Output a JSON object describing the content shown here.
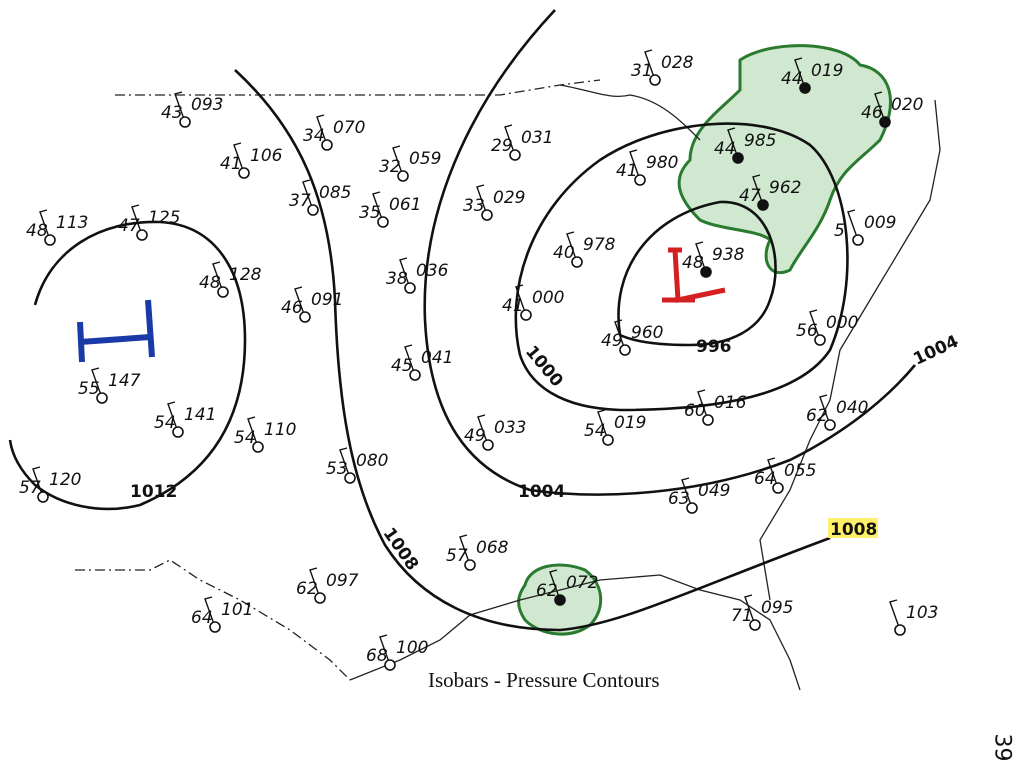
{
  "title": "Isobars - Pressure Contours",
  "page_number": "39",
  "high_label": "H",
  "low_label": "L",
  "colors": {
    "high": "#1a3aa8",
    "low": "#d42020",
    "precip": "#2a7a30",
    "highlight": "#fff06a"
  },
  "isobar_labels": {
    "i1012": "1012",
    "i1008a": "1008",
    "i1008b": "1008",
    "i1004a": "1004",
    "i1004b": "1004",
    "i1000": "1000",
    "i996": "996"
  },
  "stations": [
    {
      "t": "43",
      "p": "093"
    },
    {
      "t": "41",
      "p": "106"
    },
    {
      "t": "34",
      "p": "070"
    },
    {
      "t": "32",
      "p": "059"
    },
    {
      "t": "37",
      "p": "085"
    },
    {
      "t": "35",
      "p": "061"
    },
    {
      "t": "29",
      "p": "031"
    },
    {
      "t": "31",
      "p": "028"
    },
    {
      "t": "33",
      "p": "029"
    },
    {
      "t": "48",
      "p": "113"
    },
    {
      "t": "47",
      "p": "125"
    },
    {
      "t": "48",
      "p": "128"
    },
    {
      "t": "46",
      "p": "091"
    },
    {
      "t": "38",
      "p": "036"
    },
    {
      "t": "40",
      "p": "978"
    },
    {
      "t": "41",
      "p": "980"
    },
    {
      "t": "44",
      "p": "985"
    },
    {
      "t": "44",
      "p": "019"
    },
    {
      "t": "46",
      "p": "020"
    },
    {
      "t": "47",
      "p": "962"
    },
    {
      "t": "48",
      "p": "938"
    },
    {
      "t": "5",
      "p": "009"
    },
    {
      "t": "41",
      "p": "000"
    },
    {
      "t": "49",
      "p": "960"
    },
    {
      "t": "56",
      "p": "000"
    },
    {
      "t": "45",
      "p": "041"
    },
    {
      "t": "55",
      "p": "147"
    },
    {
      "t": "54",
      "p": "141"
    },
    {
      "t": "54",
      "p": "110"
    },
    {
      "t": "49",
      "p": "033"
    },
    {
      "t": "54",
      "p": "019"
    },
    {
      "t": "60",
      "p": "016"
    },
    {
      "t": "62",
      "p": "040"
    },
    {
      "t": "57",
      "p": "120"
    },
    {
      "t": "53",
      "p": "080"
    },
    {
      "t": "63",
      "p": "049"
    },
    {
      "t": "64",
      "p": "055"
    },
    {
      "t": "57",
      "p": "068"
    },
    {
      "t": "62",
      "p": "072"
    },
    {
      "t": "62",
      "p": "097"
    },
    {
      "t": "64",
      "p": "101"
    },
    {
      "t": "68",
      "p": "100"
    },
    {
      "t": "71",
      "p": "095"
    },
    {
      "t": "",
      "p": "103"
    }
  ]
}
